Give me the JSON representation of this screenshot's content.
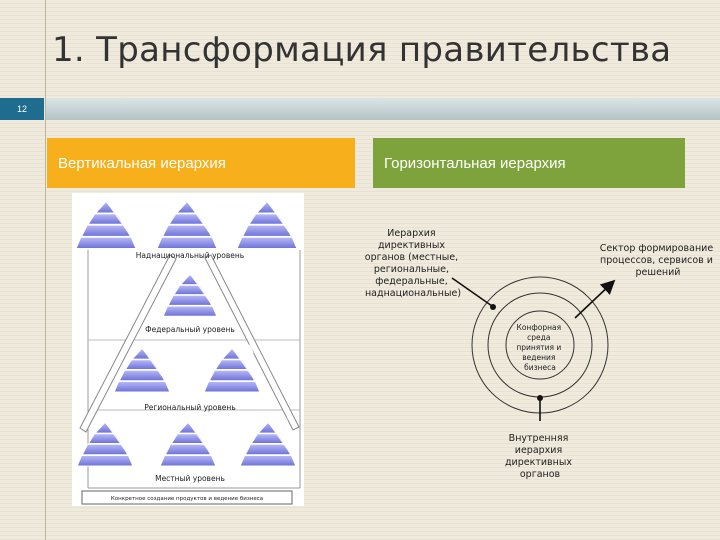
{
  "slide": {
    "title": "1. Трансформация правительства",
    "number": "12"
  },
  "columns": {
    "left_header": "Вертикальная иерархия",
    "right_header": "Горизонтальная иерархия"
  },
  "vertical_diagram": {
    "supranational": "Наднациональный уровень",
    "federal": "Федеральный уровень",
    "regional": "Региональный уровень",
    "local": "Местный уровень",
    "base": "Конкретное создание продуктов и ведение бизнеса"
  },
  "horizontal_diagram": {
    "hierarchy": [
      "Иерархия",
      "директивных",
      "органов (местные,",
      "региональные,",
      "федеральные,",
      "наднациональные)"
    ],
    "sector": [
      "Сектор формирование",
      "процессов, сервисов и",
      "решений"
    ],
    "core": [
      "Конфорная",
      "среда",
      "принятия и",
      "ведения",
      "бизнеса"
    ],
    "internal": [
      "Внутренняя",
      "иерархия",
      "директивных",
      "органов"
    ]
  },
  "colors": {
    "accent_orange": "#f7af1b",
    "accent_green": "#7fa33c",
    "slide_number_bg": "#1f6d8e",
    "pyramid_blue": "#7b7fe0"
  }
}
